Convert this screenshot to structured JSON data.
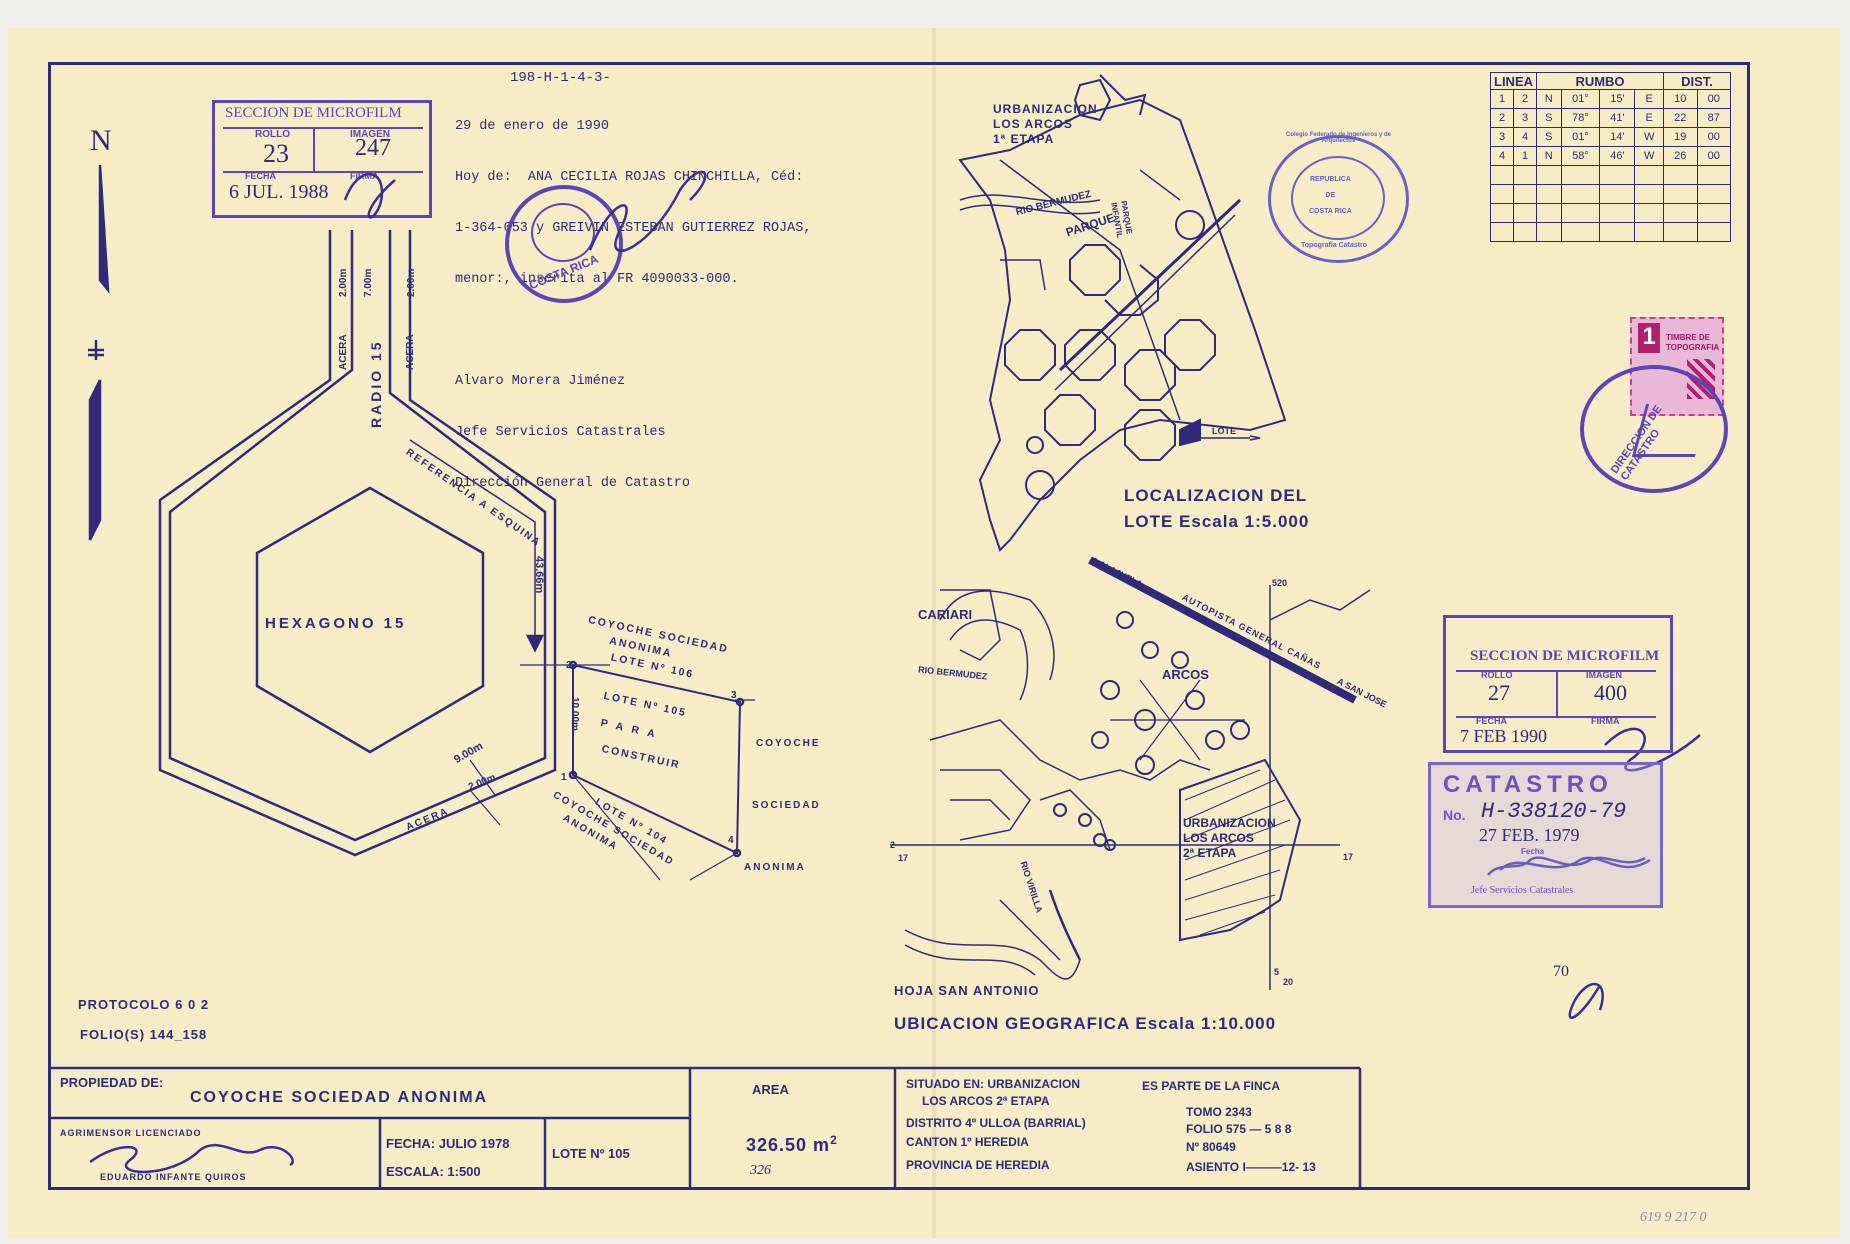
{
  "north": "N",
  "annotation": {
    "code": "198-H-1-4-3-",
    "lines": [
      "29 de enero de 1990",
      "Hoy de:  ANA CECILIA ROJAS CHINCHILLA, Céd:",
      "1-364-053 y GREIVIN ESTEBAN GUTIERREZ ROJAS,",
      "menor:, inscrita al FR 4090033-000.",
      "",
      "Alvaro Morera Jiménez",
      "Jefe Servicios Catastrales",
      "Dirección General de Catastro"
    ]
  },
  "microfilm1": {
    "title": "SECCION DE MICROFILM",
    "rollo_label": "ROLLO",
    "rollo": "23",
    "imagen_label": "IMAGEN",
    "imagen": "247",
    "fecha_label": "FECHA",
    "fecha": "6 JUL. 1988",
    "firma_label": "FIRMA"
  },
  "microfilm2": {
    "title": "SECCION DE MICROFILM",
    "rollo_label": "ROLLO",
    "rollo": "27",
    "imagen_label": "IMAGEN",
    "imagen": "400",
    "fecha_label": "FECHA",
    "fecha": "7 FEB 1990",
    "firma_label": "FIRMA"
  },
  "seal_costarica": "COSTA RICA",
  "seal_colegio": {
    "top": "Colegio Federado de Ingenieros y de Arquitectos",
    "center": [
      "REPUBLICA",
      "DE",
      "COSTA RICA"
    ],
    "bottom": "Topografía Catastro"
  },
  "seal_direccion": "DIRECCION DE CATASTRO",
  "timbre": {
    "value": "1",
    "label": "TIMBRE DE TOPOGRAFIA"
  },
  "catastro_stamp": {
    "title": "CATASTRO",
    "no_label": "No.",
    "number": "H-338120-79",
    "date": "27 FEB. 1979",
    "fecha_label": "Fecha",
    "jefe": "Jefe Servicios Catastrales"
  },
  "rumbo_table": {
    "headers": [
      "LINEA",
      "RUMBO",
      "DIST."
    ],
    "rows": [
      [
        "1",
        "2",
        "N",
        "01°",
        "15'",
        "E",
        "10",
        "00"
      ],
      [
        "2",
        "3",
        "S",
        "78°",
        "41'",
        "E",
        "22",
        "87"
      ],
      [
        "3",
        "4",
        "S",
        "01°",
        "14'",
        "W",
        "19",
        "00"
      ],
      [
        "4",
        "1",
        "N",
        "58°",
        "46'",
        "W",
        "26",
        "00"
      ]
    ]
  },
  "plan": {
    "hexagono": "HEXAGONO 15",
    "radio": "RADIO 15",
    "acera": "ACERA",
    "dim_200": "2.00m",
    "dim_700": "7.00m",
    "dim_1000": "10.00m",
    "dim_900": "9.00m",
    "referencia": "REFERENCIA A ESQUINA",
    "dist_4366": "43.66m",
    "neighbor_north": [
      "COYOCHE  SOCIEDAD",
      "ANONIMA",
      "LOTE Nº 106"
    ],
    "lote": "LOTE Nº 105",
    "para": "P A R A",
    "construir": "CONSTRUIR",
    "neighbor_east": [
      "COYOCHE",
      "SOCIEDAD",
      "ANONIMA"
    ],
    "neighbor_south": [
      "LOTE Nº 104",
      "COYOCHE  SOCIEDAD",
      "ANONIMA"
    ],
    "vertices": [
      "1",
      "2",
      "3",
      "4"
    ]
  },
  "protocolo": "PROTOCOLO  6 0 2",
  "folios": "FOLIO(S)  144_158",
  "localizacion": {
    "urbanizacion": [
      "URBANIZACION",
      "LOS ARCOS",
      "1ª ETAPA"
    ],
    "rio": "RIO BERMUDEZ",
    "parque": "PARQUE",
    "parque_infantil": [
      "PARQUE",
      "INFANTIL"
    ],
    "lote": "LOTE",
    "title1": "LOCALIZACION  DEL",
    "title2": "LOTE  Escala  1:5.000"
  },
  "ubicacion": {
    "cariari": "CARIARI",
    "arcos": "ARCOS",
    "rio_bermudez": "RIO BERMUDEZ",
    "rio_virilla": "RIO VIRILLA",
    "alajuela": "A ALAJUELA",
    "autopista": "AUTOPISTA  GENERAL CAÑAS",
    "san_jose": "A SAN JOSE",
    "urbanizacion": [
      "URBANIZACION",
      "LOS ARCOS",
      "2ª ETAPA"
    ],
    "coords": [
      "520",
      "2",
      "17",
      "17",
      "5",
      "20"
    ],
    "hoja": "HOJA  SAN  ANTONIO",
    "title": "UBICACION  GEOGRAFICA  Escala  1:10.000"
  },
  "margin_note": "70",
  "footer_code": "619 9 217 0",
  "title_block": {
    "propiedad_label": "PROPIEDAD DE:",
    "propiedad": "COYOCHE  SOCIEDAD  ANONIMA",
    "agrimensor_label": "AGRIMENSOR   LICENCIADO",
    "agrimensor_name": "EDUARDO   INFANTE   QUIROS",
    "fecha": "FECHA: JULIO 1978",
    "escala": "ESCALA: 1:500",
    "lote": "LOTE Nº 105",
    "area_label": "AREA",
    "area": "326.50 m",
    "area_unit_sup": "2",
    "area_hand": "326",
    "situado_label": "SITUADO EN: URBANIZACION",
    "situado_2": "LOS ARCOS 2ª ETAPA",
    "distrito": "DISTRITO 4º ULLOA  (BARRIAL)",
    "canton": "CANTON    1º HEREDIA",
    "provincia": "PROVINCIA DE HEREDIA",
    "finca_label": "ES PARTE DE LA FINCA",
    "tomo": "TOMO  2343",
    "folio": "FOLIO  575 — 5 8 8",
    "numero": "Nº      80649",
    "asiento": "ASIENTO  I———12- 13"
  }
}
